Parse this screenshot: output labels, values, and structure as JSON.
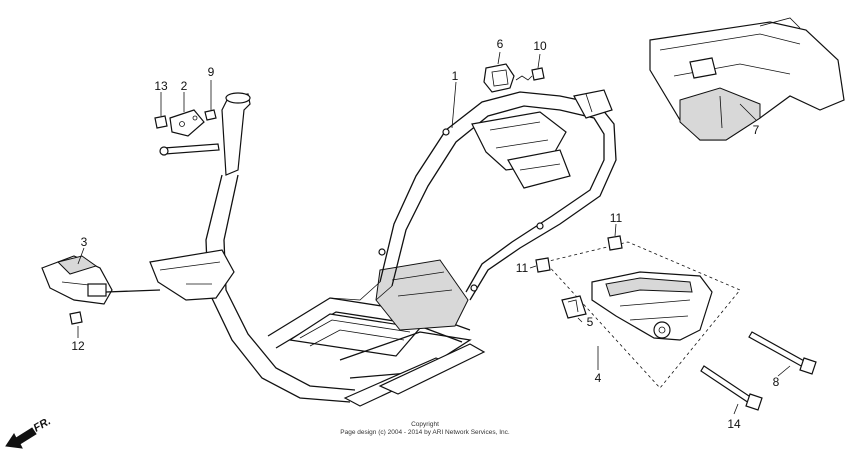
{
  "diagram": {
    "callouts": [
      "1",
      "2",
      "3",
      "4",
      "5",
      "6",
      "7",
      "8",
      "9",
      "10",
      "11",
      "11",
      "12",
      "13",
      "14"
    ],
    "direction_label": "FR.",
    "copyright_line1": "Copyright",
    "copyright_line2": "Page design (c) 2004 - 2014 by ARI Network Services, Inc.",
    "parts": [
      {
        "name": "frame-body",
        "callout": "1"
      },
      {
        "name": "plate-bracket",
        "callout": "2"
      },
      {
        "name": "bracket-assembly",
        "callout": "3"
      },
      {
        "name": "hanger-assembly",
        "callout": "4"
      },
      {
        "name": "bushing-rubber",
        "callout": "5"
      },
      {
        "name": "clamp",
        "callout": "6"
      },
      {
        "name": "rear-fender",
        "callout": "7"
      },
      {
        "name": "long-bolt",
        "callout": "8"
      },
      {
        "name": "small-bolt",
        "callout": "9"
      },
      {
        "name": "nut-10",
        "callout": "10"
      },
      {
        "name": "collar-nut",
        "callout": "11"
      },
      {
        "name": "collar-nut-2",
        "callout": "11"
      },
      {
        "name": "nut-12",
        "callout": "12"
      },
      {
        "name": "nut-13",
        "callout": "13"
      },
      {
        "name": "bolt-14",
        "callout": "14"
      }
    ]
  }
}
